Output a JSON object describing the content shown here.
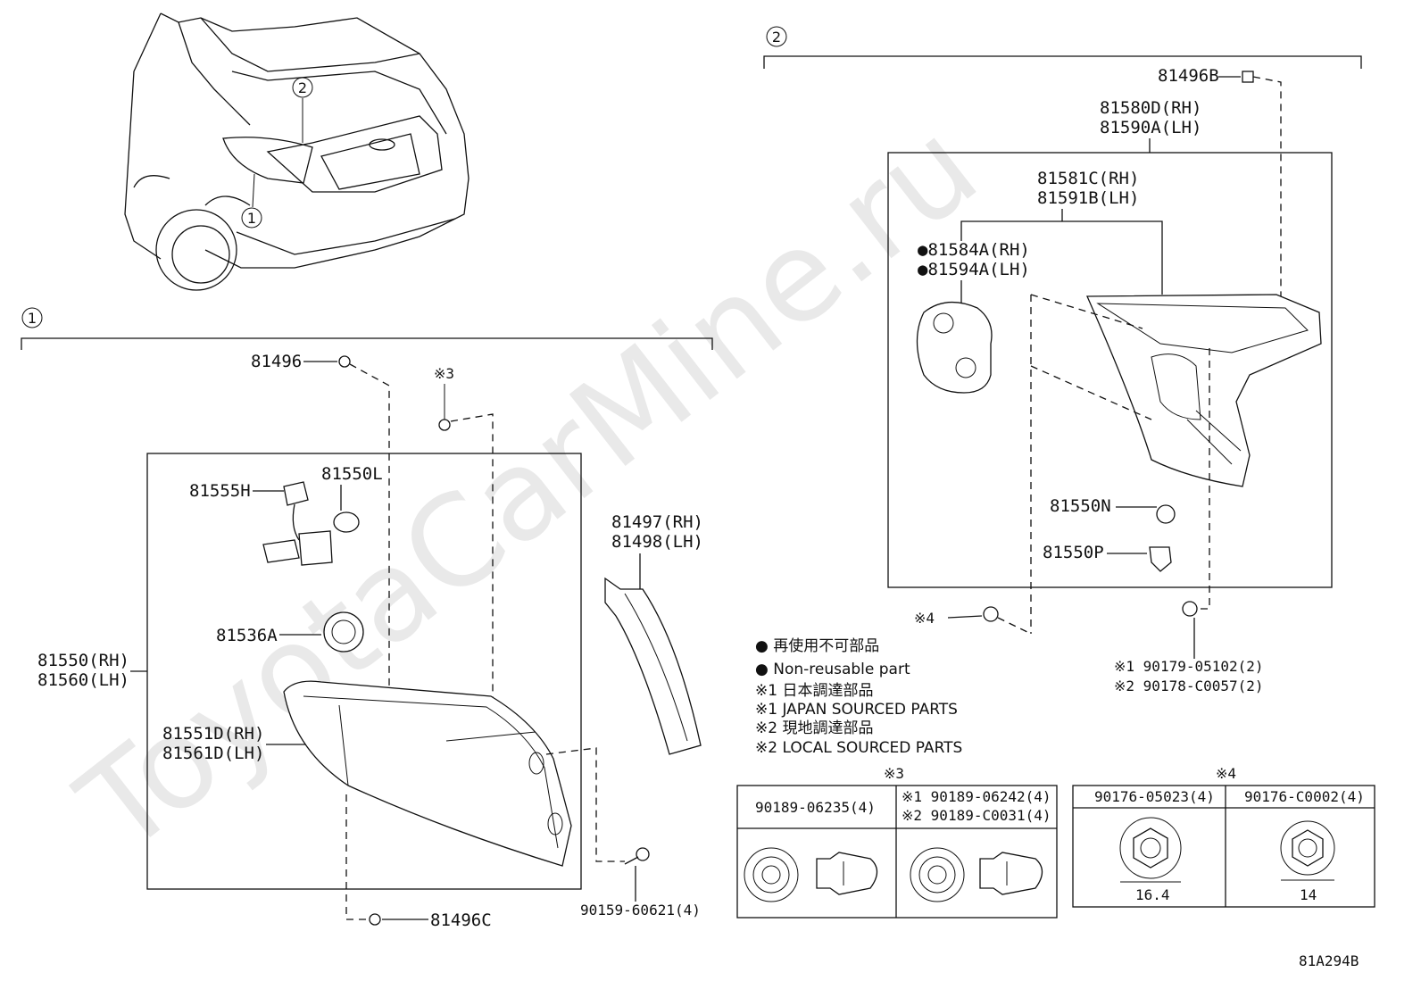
{
  "watermark": "ToyotaCarMine.ru",
  "figure_id": "81A294B",
  "section1": {
    "num": "1",
    "labels": {
      "p81496": "81496",
      "x3": "※3",
      "p81555H": "81555H",
      "p81550L": "81550L",
      "p81536A": "81536A",
      "assy_rh": "81550(RH)",
      "assy_lh": "81560(LH)",
      "lens_rh": "81551D(RH)",
      "lens_lh": "81561D(LH)",
      "gar_rh": "81497(RH)",
      "gar_lh": "81498(LH)",
      "screw": "90159-60621(4)",
      "p81496C": "81496C"
    }
  },
  "section2": {
    "num": "2",
    "labels": {
      "p81496B": "81496B",
      "assy_rh": "81580D(RH)",
      "assy_lh": "81590A(LH)",
      "lens_rh": "81581C(RH)",
      "lens_lh": "81591B(LH)",
      "gasket_rh": "●81584A(RH)",
      "gasket_lh": "●81594A(LH)",
      "p81550N": "81550N",
      "p81550P": "81550P",
      "x4": "※4",
      "nut1": "※1 90179-05102(2)",
      "nut2": "※2 90178-C0057(2)"
    }
  },
  "legend": [
    "● 再使用不可部品",
    "● Non-reusable part",
    "※1 日本調達部品",
    "※1 JAPAN SOURCED PARTS",
    "※2 現地調達部品",
    "※2 LOCAL SOURCED PARTS"
  ],
  "table3": {
    "title": "※3",
    "col1": "90189-06235(4)",
    "col2a": "※1 90189-06242(4)",
    "col2b": "※2 90189-C0031(4)"
  },
  "table4": {
    "title": "※4",
    "col1": "90176-05023(4)",
    "col2": "90176-C0002(4)",
    "dim1": "16.4",
    "dim2": "14"
  }
}
